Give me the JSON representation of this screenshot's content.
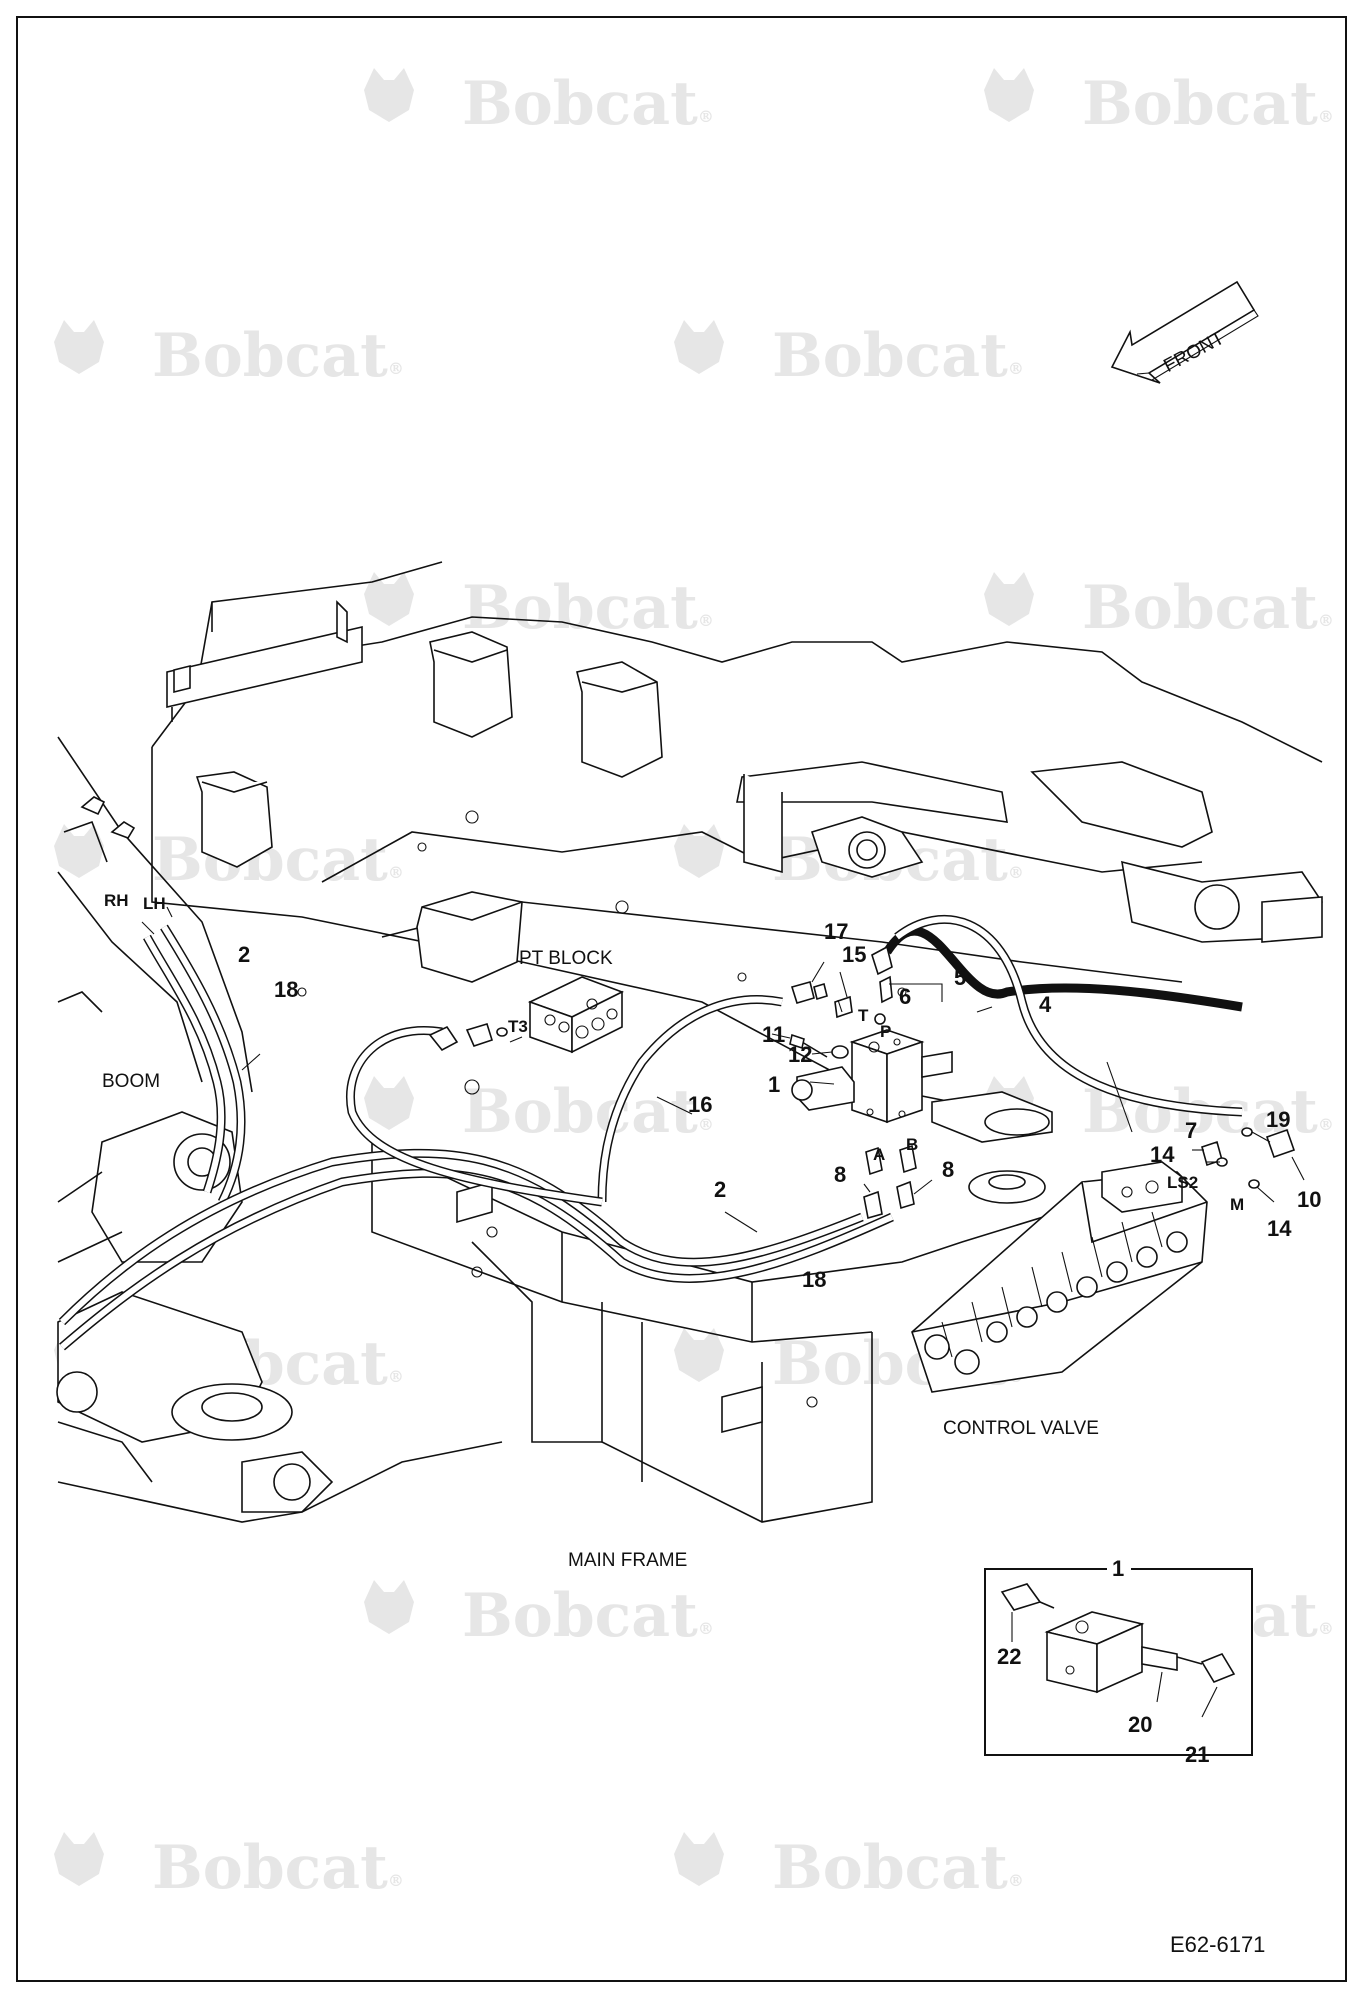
{
  "watermark": {
    "brand": "Bobcat",
    "registered": "®",
    "color": "#e6e6e6"
  },
  "front_arrow": {
    "label": "FRONT"
  },
  "labels": {
    "pt_block": "PT BLOCK",
    "boom": "BOOM",
    "control_valve": "CONTROL VALVE",
    "main_frame": "MAIN FRAME",
    "rh": "RH",
    "lh": "LH",
    "t3": "T3",
    "t": "T",
    "p": "P",
    "a": "A",
    "b": "B",
    "ls2": "LS2",
    "m": "M"
  },
  "callouts": {
    "c1": "1",
    "c2a": "2",
    "c2b": "2",
    "c4": "4",
    "c5": "5",
    "c6": "6",
    "c7": "7",
    "c8a": "8",
    "c8b": "8",
    "c10": "10",
    "c11": "11",
    "c12": "12",
    "c14a": "14",
    "c14b": "14",
    "c15": "15",
    "c16": "16",
    "c17": "17",
    "c18a": "18",
    "c18b": "18",
    "c19": "19"
  },
  "inset": {
    "title": "1",
    "c20": "20",
    "c21": "21",
    "c22": "22"
  },
  "figure_id": "E62-6171"
}
